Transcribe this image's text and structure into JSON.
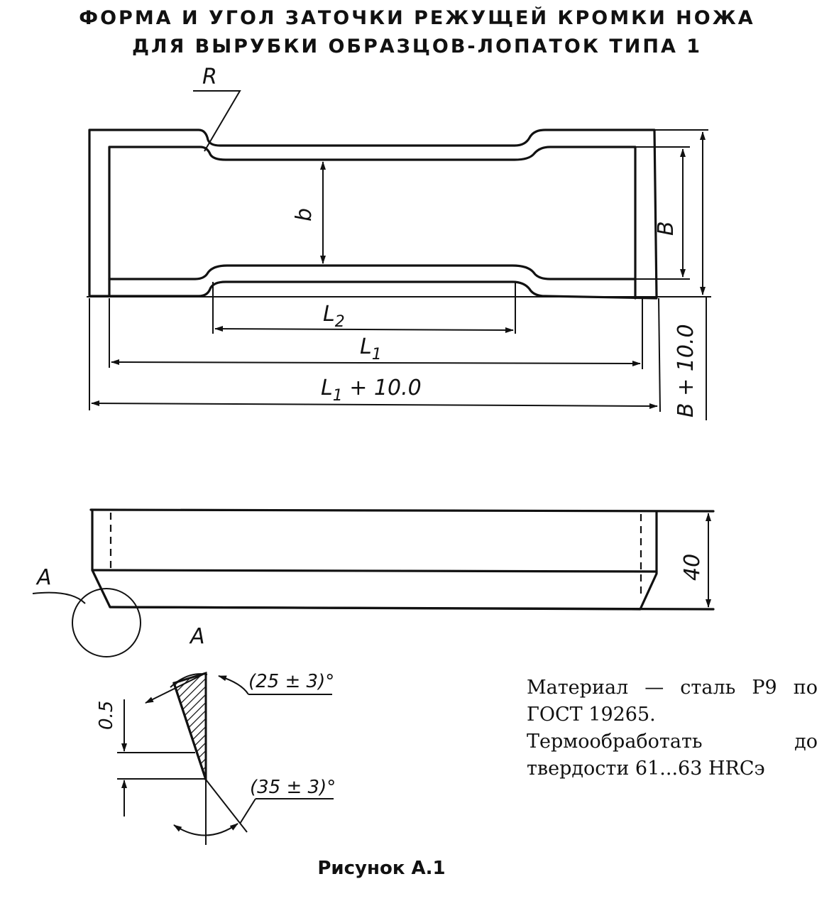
{
  "title": {
    "line1": "ФОРМА И УГОЛ ЗАТОЧКИ РЕЖУЩЕЙ КРОМКИ НОЖА",
    "line2": "ДЛЯ ВЫРУБКИ ОБРАЗЦОВ-ЛОПАТОК ТИПА 1"
  },
  "labels": {
    "radius": "R",
    "width_narrow": "b",
    "width_total": "B",
    "width_outer": "B + 10.0",
    "length_l2": "L2",
    "length_l1": "L1",
    "length_outer": "L1 + 10.0",
    "height": "40",
    "detail_mark": "A",
    "detail_title": "A",
    "edge_height": "0.5",
    "angle_top": "(25 ± 3)°",
    "angle_bottom": "(35 ± 3)°"
  },
  "note": {
    "line1": "Материал — сталь Р9 по ГОСТ 19265.",
    "line2": "Термообработать до твердости 61...63 HRCэ"
  },
  "caption": "Рисунок А.1"
}
